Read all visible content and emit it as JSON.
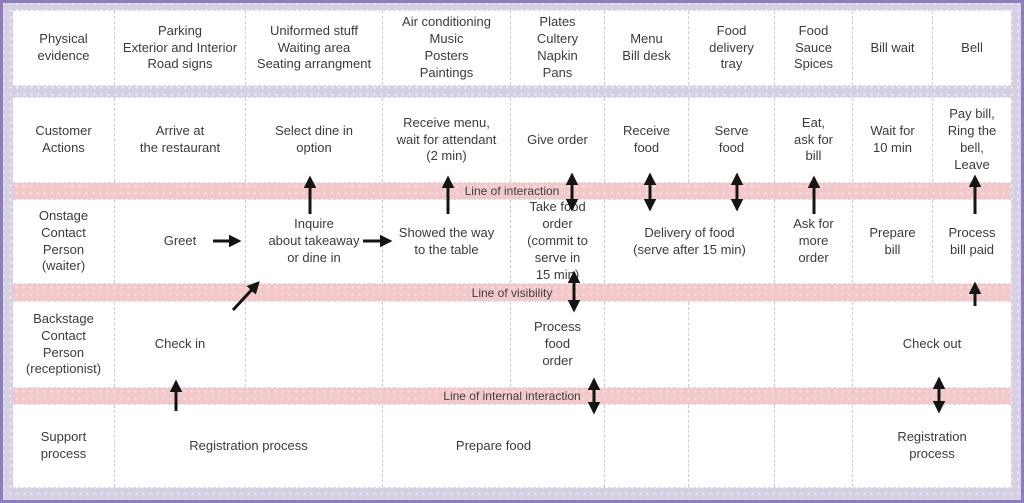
{
  "lines": {
    "interaction": "Line of interaction",
    "visibility": "Line of visibility",
    "internal_interaction": "Line of internal interaction"
  },
  "rows": {
    "physical_evidence": {
      "label": "Physical\nevidence",
      "cells": [
        "Parking\nExterior and Interior\nRoad signs",
        "Uniformed stuff\nWaiting area\nSeating arrangment",
        "Air conditioning\nMusic\nPosters\nPaintings",
        "Plates\nCultery\nNapkin\nPans",
        "Menu\nBill desk",
        "Food\ndelivery\ntray",
        "Food\nSauce\nSpices",
        "Bill wait",
        "Bell"
      ]
    },
    "customer_actions": {
      "label": "Customer\nActions",
      "cells": [
        "Arrive at\nthe restaurant",
        "Select dine in\noption",
        "Receive menu,\nwait for attendant\n(2 min)",
        "Give order",
        "Receive\nfood",
        "Serve\nfood",
        "Eat,\nask for\nbill",
        "Wait for\n10 min",
        "Pay bill,\nRing the\nbell,\nLeave"
      ]
    },
    "onstage_contact": {
      "label": "Onstage\nContact\nPerson\n(waiter)",
      "cells": [
        "Greet",
        "Inquire\nabout takeaway\nor dine in",
        "Showed the way\nto the table",
        "Take food order\n(commit to\nserve in\n15 min)",
        "Delivery of food\n(serve after 15 min)",
        "Ask for\nmore\norder",
        "Prepare\nbill",
        "Process\nbill paid"
      ]
    },
    "backstage_contact": {
      "label": "Backstage\nContact\nPerson\n(receptionist)",
      "cells": [
        "Check in",
        "Process\nfood\norder",
        "Check out"
      ]
    },
    "support_process": {
      "label": "Support\nprocess",
      "cells": [
        "Registration process",
        "Prepare food",
        "Registration\nprocess"
      ]
    }
  },
  "icons": {
    "up_arrow": "↑",
    "two_way_vertical_arrow": "↕",
    "right_arrow": "→",
    "up_right_arrow": "↗"
  },
  "colors": {
    "background": "#d6d0e4",
    "frame_border": "#8d7dba",
    "line_band": "#f2c8c8",
    "cell_background": "#ffffff",
    "arrow": "#141414",
    "text": "#3b3b3b"
  }
}
